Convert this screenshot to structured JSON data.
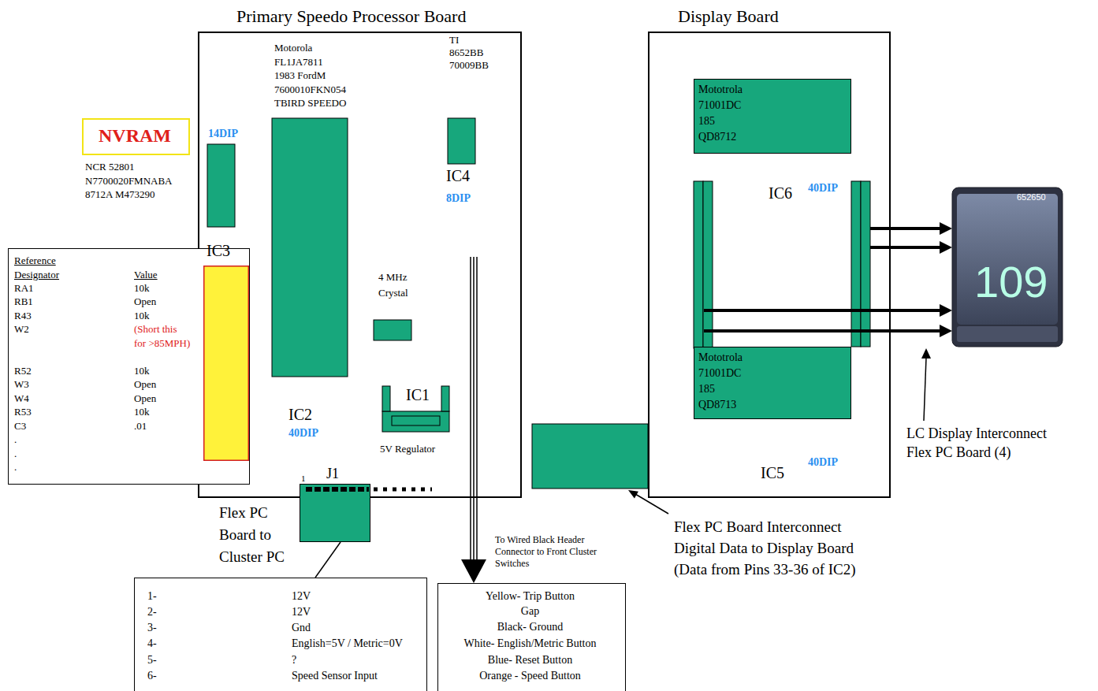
{
  "diagram": {
    "nodes": [
      {
        "text": [
          "Primary Speedo Processor Board"
        ]
      },
      {
        "text": [
          "Display Board"
        ]
      },
      {
        "text": [
          "NVRAM"
        ]
      },
      {
        "text": [
          "Reference Designator",
          "Value",
          "RA1",
          "10k",
          "RB1",
          "Open",
          "R43",
          "10k",
          "W2",
          "(Short this for >85MPH)",
          "R52",
          "10k",
          "W3",
          "Open",
          "W4",
          "Open",
          "R53",
          "10k",
          "C3",
          ".01",
          ".",
          ".",
          "."
        ]
      },
      {
        "text": [
          "J1"
        ]
      },
      {
        "text": [
          "Mototrola 71001DC 185 QD8712"
        ],
        "in": 1
      },
      {
        "text": [
          "Mototrola 71001DC 185 QD8713"
        ],
        "in": 1
      },
      {
        "text": [
          "1-",
          "12V",
          "2-",
          "12V",
          "3-",
          "Gnd",
          "4-",
          "English=5V / Metric=0V",
          "5-",
          "?",
          "6-",
          "Speed Sensor Input"
        ]
      },
      {
        "text": [
          "Yellow- Trip Button",
          "Gap",
          "Black- Ground",
          "White- English/Metric Button",
          "Blue- Reset Button",
          "Orange - Speed Button"
        ]
      }
    ],
    "edges": [
      {
        "from": 0,
        "to": 8,
        "arrow": "to"
      },
      {
        "from": 4,
        "to": 7,
        "arrow": "none"
      }
    ],
    "labels": [
      "14DIP",
      "IC3",
      "Motorola FL1JA7811 1983 FordM 7600010FKN054 TBIRD SPEEDO",
      "IC2",
      "40DIP",
      "TI 8652BB 70009BB",
      "IC4",
      "8DIP",
      "4 MHz Crystal",
      "IC1",
      "5V Regulator",
      "1",
      "NCR 52801 N7700020FMNABA 8712A M473290",
      "Flex PC Board to Cluster PC",
      "To Wired Black Header Connector to Front Cluster Switches",
      "IC6",
      "40DIP",
      "IC5",
      "40DIP",
      "652650",
      "109",
      "LC Display Interconnect Flex PC Board (4)",
      "Flex PC Board Interconnect Digital Data to Display Board (Data from Pins 33-36 of IC2)"
    ]
  }
}
